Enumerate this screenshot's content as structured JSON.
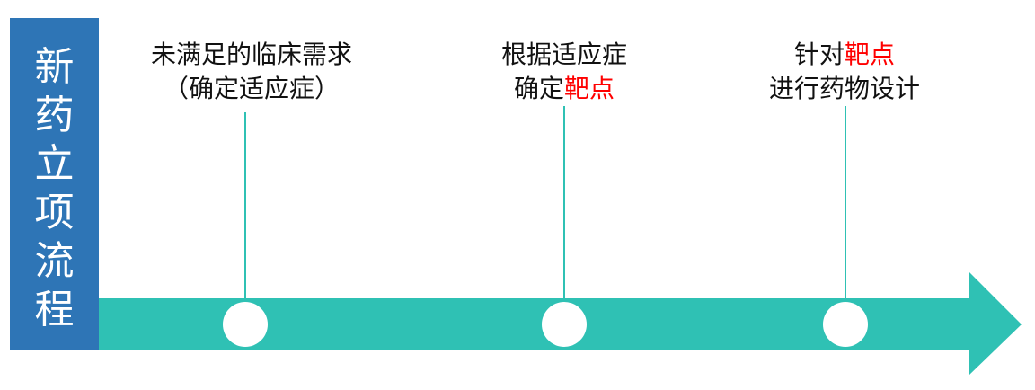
{
  "title_chars": [
    "新",
    "药",
    "立",
    "项",
    "流",
    "程"
  ],
  "colors": {
    "title_bg": "#2E75B6",
    "arrow": "#2FC1B4",
    "highlight": "#FF0000"
  },
  "steps": [
    {
      "line1": "未满足的临床需求",
      "line2": "（确定适应症）"
    },
    {
      "line1": "根据适应症",
      "line2_prefix": "确定",
      "line2_highlight": "靶点"
    },
    {
      "line1_prefix": "针对",
      "line1_highlight": "靶点",
      "line2": "进行药物设计"
    }
  ]
}
